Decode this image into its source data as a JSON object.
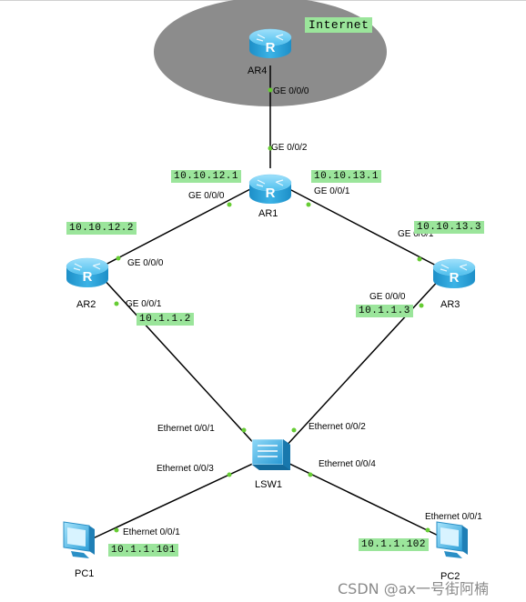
{
  "colors": {
    "cloud": "#8c8c8c",
    "ip_label_bg": "#9be59b",
    "link": "#000000",
    "port_dot": "#66cc33",
    "router": "#2aa7e0",
    "switch": "#37aee6"
  },
  "cloud": {
    "label": "Internet"
  },
  "nodes": {
    "ar4": {
      "name": "AR4",
      "icon": "router-icon"
    },
    "ar1": {
      "name": "AR1",
      "icon": "router-icon"
    },
    "ar2": {
      "name": "AR2",
      "icon": "router-icon"
    },
    "ar3": {
      "name": "AR3",
      "icon": "router-icon"
    },
    "lsw1": {
      "name": "LSW1",
      "icon": "switch-icon"
    },
    "pc1": {
      "name": "PC1",
      "icon": "pc-icon"
    },
    "pc2": {
      "name": "PC2",
      "icon": "pc-icon"
    }
  },
  "ports": {
    "ar4_ge000": "GE 0/0/0",
    "ar1_ge002": "GE 0/0/2",
    "ar1_ge000": "GE 0/0/0",
    "ar1_ge001": "GE 0/0/1",
    "ar2_ge000": "GE 0/0/0",
    "ar2_ge001": "GE 0/0/1",
    "ar3_ge001": "GE 0/0/1",
    "ar3_ge000": "GE 0/0/0",
    "lsw1_e001": "Ethernet 0/0/1",
    "lsw1_e002": "Ethernet 0/0/2",
    "lsw1_e003": "Ethernet 0/0/3",
    "lsw1_e004": "Ethernet 0/0/4",
    "pc1_e001": "Ethernet 0/0/1",
    "pc2_e001": "Ethernet 0/0/1"
  },
  "ips": {
    "ar1_g000": "10.10.12.1",
    "ar1_g001": "10.10.13.1",
    "ar2_g000": "10.10.12.2",
    "ar3_g001": "10.10.13.3",
    "ar2_g001": "10.1.1.2",
    "ar3_g000": "10.1.1.3",
    "pc1": "10.1.1.101",
    "pc2": "10.1.1.102"
  },
  "watermark": "CSDN @ax一号街阿楠"
}
